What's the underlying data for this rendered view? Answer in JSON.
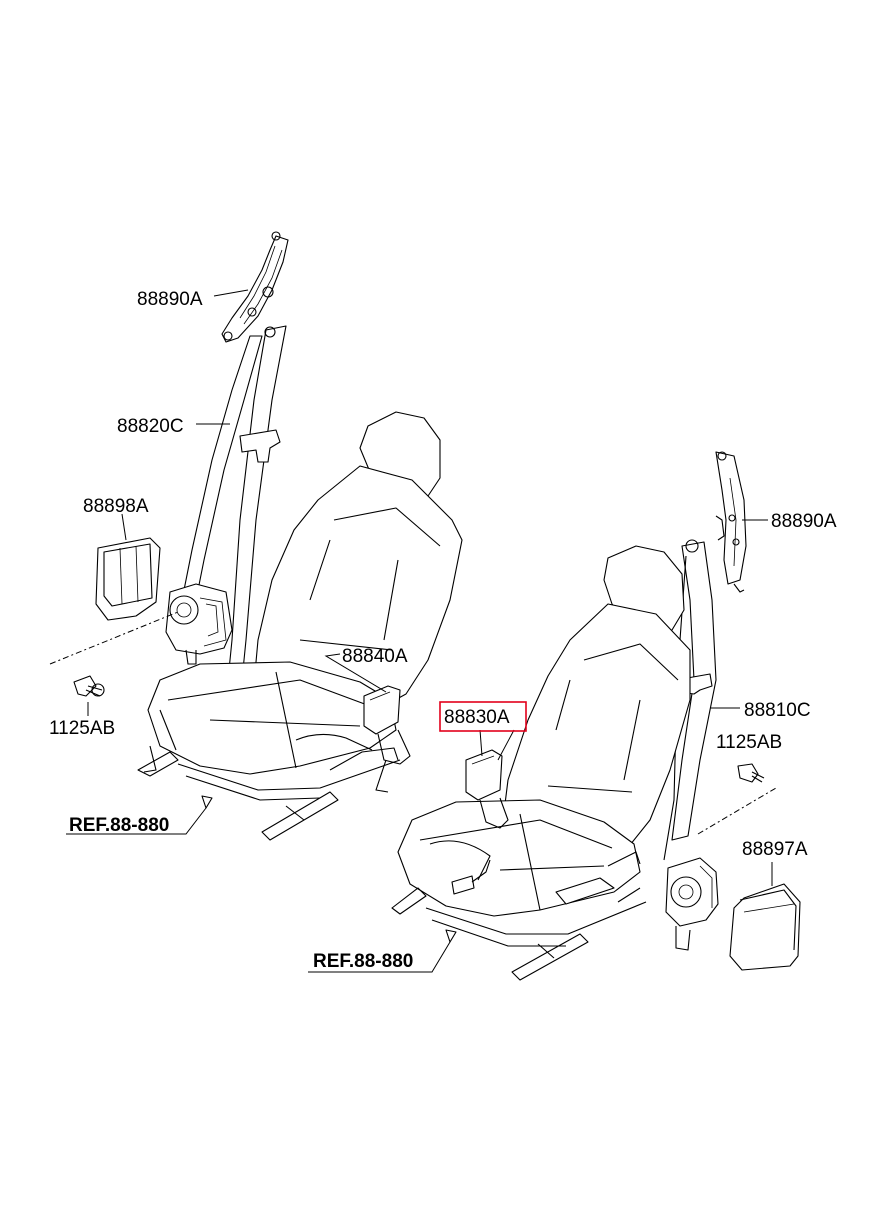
{
  "labels": {
    "left_anchor": "88890A",
    "left_belt": "88820C",
    "left_cover": "88898A",
    "buckle_left": "88840A",
    "bolt_left": "1125AB",
    "ref_left": "REF.88-880",
    "right_anchor": "88890A",
    "buckle_right": "88830A",
    "right_belt": "88810C",
    "bolt_right": "1125AB",
    "right_cover": "88897A",
    "ref_right": "REF.88-880"
  },
  "highlighted_part": "88830A",
  "colors": {
    "line": "#000000",
    "highlight": "#e3001b",
    "background": "#ffffff"
  }
}
